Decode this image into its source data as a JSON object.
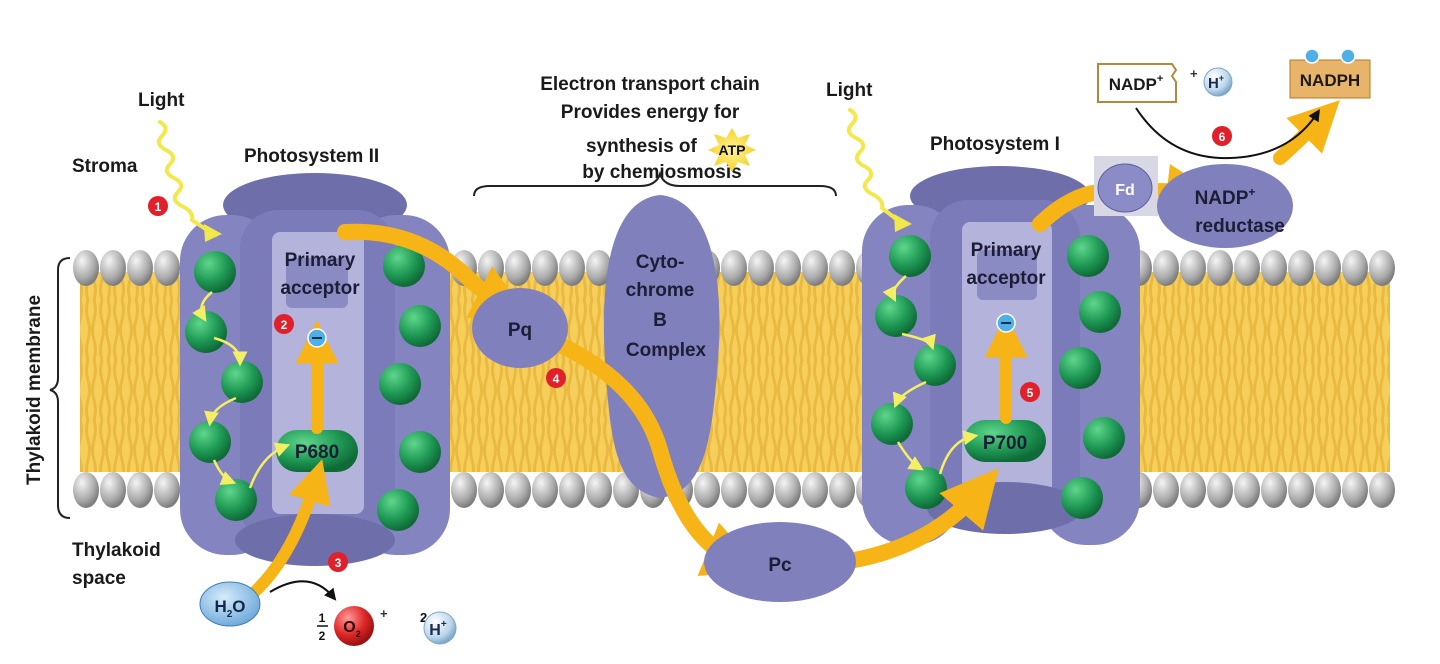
{
  "labels": {
    "light_left": "Light",
    "stroma": "Stroma",
    "photosystem_ii": "Photosystem II",
    "etc_line1": "Electron transport chain",
    "etc_line2": "Provides energy for",
    "etc_line3_prefix": "synthesis of",
    "etc_atp": "ATP",
    "etc_line4": "by chemiosmosis",
    "light_right": "Light",
    "photosystem_i": "Photosystem I",
    "thylakoid_membrane": "Thylakoid membrane",
    "thylakoid_space_line1": "Thylakoid",
    "thylakoid_space_line2": "space",
    "ps2_primary_line1": "Primary",
    "ps2_primary_line2": "acceptor",
    "ps1_primary_line1": "Primary",
    "ps1_primary_line2": "acceptor",
    "p680": "P680",
    "p700": "P700",
    "pq": "Pq",
    "pc": "Pc",
    "cyt_line1": "Cyto-",
    "cyt_line2": "chrome",
    "cyt_line3": "B",
    "cyt_line4": "Complex",
    "fd": "Fd",
    "nadp_reductase_line1": "NADP",
    "nadp_reductase_sup": "+",
    "nadp_reductase_line2": "reductase",
    "nadp": "NADP",
    "nadp_sup": "+",
    "plus": "+",
    "h_plus": "H",
    "h_plus_sup": "+",
    "nadph": "NADPH",
    "h2o_h": "H",
    "h2o_sub": "2",
    "h2o_o": "O",
    "half_num": "1",
    "half_den": "2",
    "o2_o": "O",
    "o2_sub": "2",
    "o2_plus": "+",
    "h_coef": "2",
    "h_out": "H",
    "h_out_sup": "+"
  },
  "steps": [
    "1",
    "2",
    "3",
    "4",
    "5",
    "6"
  ],
  "colors": {
    "protein": "#8484c0",
    "protein_dark": "#6e6eaa",
    "chlorophyll": "#1f9a55",
    "arrow": "#f7b417",
    "lipid_tail": "#f2c64e",
    "lipid_head": "#b9b9b9",
    "step_badge": "#e0202a",
    "o2": "#e02828",
    "h_bubble": "#bcd7ec"
  }
}
